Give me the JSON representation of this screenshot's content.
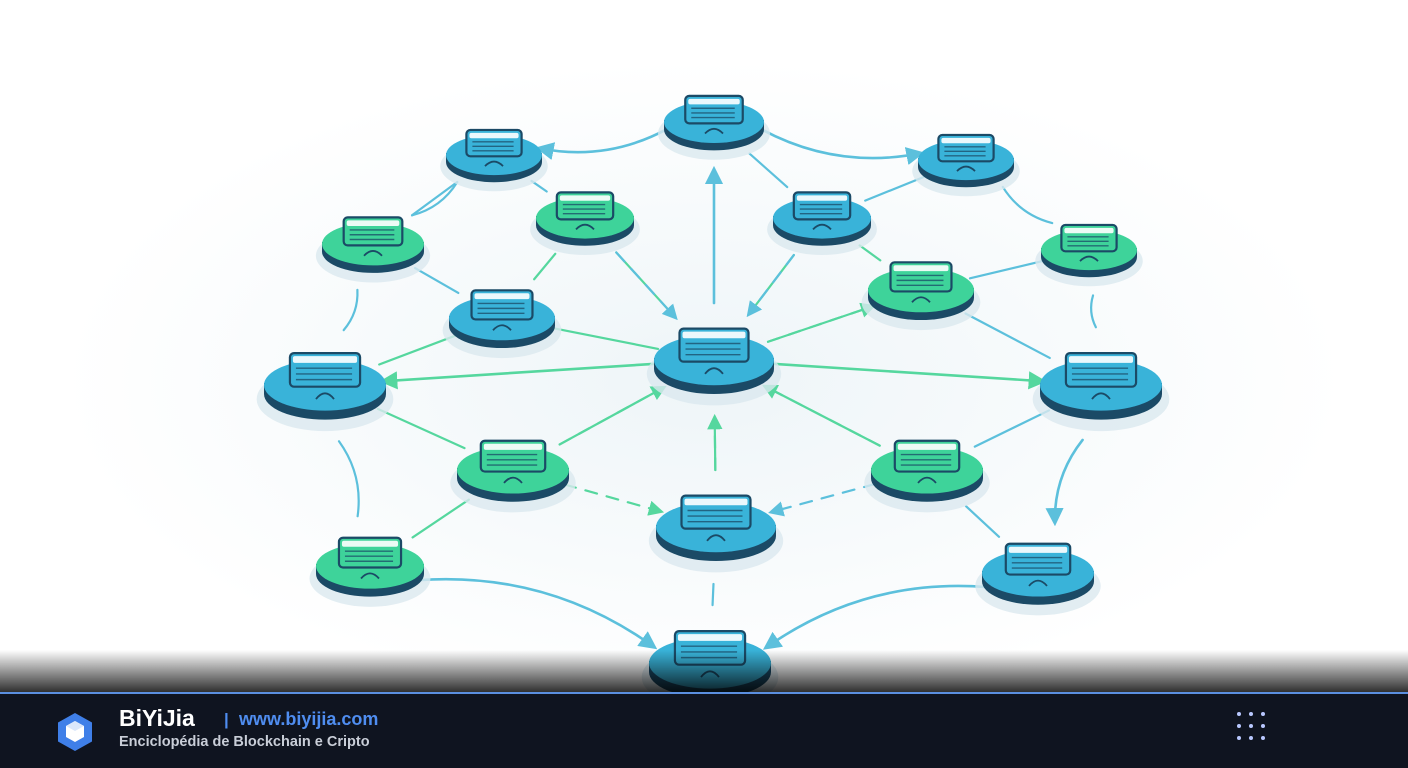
{
  "diagram": {
    "node_colors": {
      "blue": "#39b3d9",
      "green": "#3ed39a",
      "dark_rim": "#1b4a66"
    },
    "edge_colors": {
      "blue": "#5cc0dc",
      "green": "#55d79e"
    }
  },
  "footer": {
    "brand": "BiYiJia",
    "separator": "|",
    "website": "www.biyijia.com",
    "tagline": "Enciclopédia de Blockchain e Cripto",
    "logo_icon": "hexagon-cube-icon",
    "menu_icon": "grid-dots-icon",
    "colors": {
      "background": "#0f1420",
      "accent": "#4f8df0",
      "logo": "#3f7fe8"
    }
  }
}
